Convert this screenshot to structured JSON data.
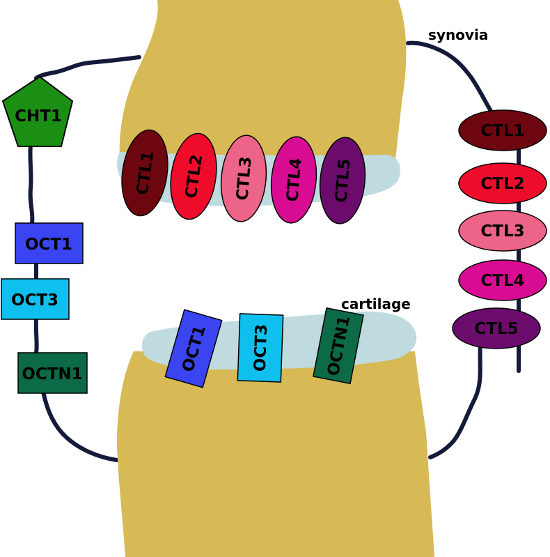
{
  "labels": {
    "synovia": "synovia",
    "cartilage": "cartilage"
  },
  "transporters": {
    "cht1": "CHT1",
    "ctl1": "CTL1",
    "ctl2": "CTL2",
    "ctl3": "CTL3",
    "ctl4": "CTL4",
    "ctl5": "CTL5",
    "oct1": "OCT1",
    "oct3": "OCT3",
    "octn1": "OCTN1"
  },
  "colors": {
    "bone": "#d7b956",
    "cartilage": "#bfdbe0",
    "membrane": "#141a3a",
    "cht1": "#1b8f14",
    "ctl1": "#6e0610",
    "ctl2": "#ef0c2a",
    "ctl3": "#ec6487",
    "ctl4": "#d80c93",
    "ctl5": "#6b0c6d",
    "oct1": "#3a44f0",
    "oct3": "#0fc0ee",
    "octn1": "#0c6a47"
  }
}
